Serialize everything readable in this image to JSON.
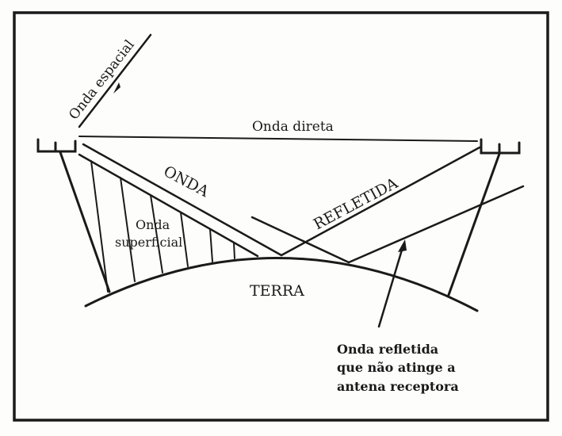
{
  "labels": {
    "space_wave": "Onda espacial",
    "direct_wave": "Onda direta",
    "wave_word": "ONDA",
    "reflected_word": "REFLETIDA",
    "surface_wave_1": "Onda",
    "surface_wave_2": "superficial",
    "earth": "TERRA",
    "note_line_1": "Onda refletida",
    "note_line_2": "que não atinge a",
    "note_line_3": "antena receptora"
  }
}
